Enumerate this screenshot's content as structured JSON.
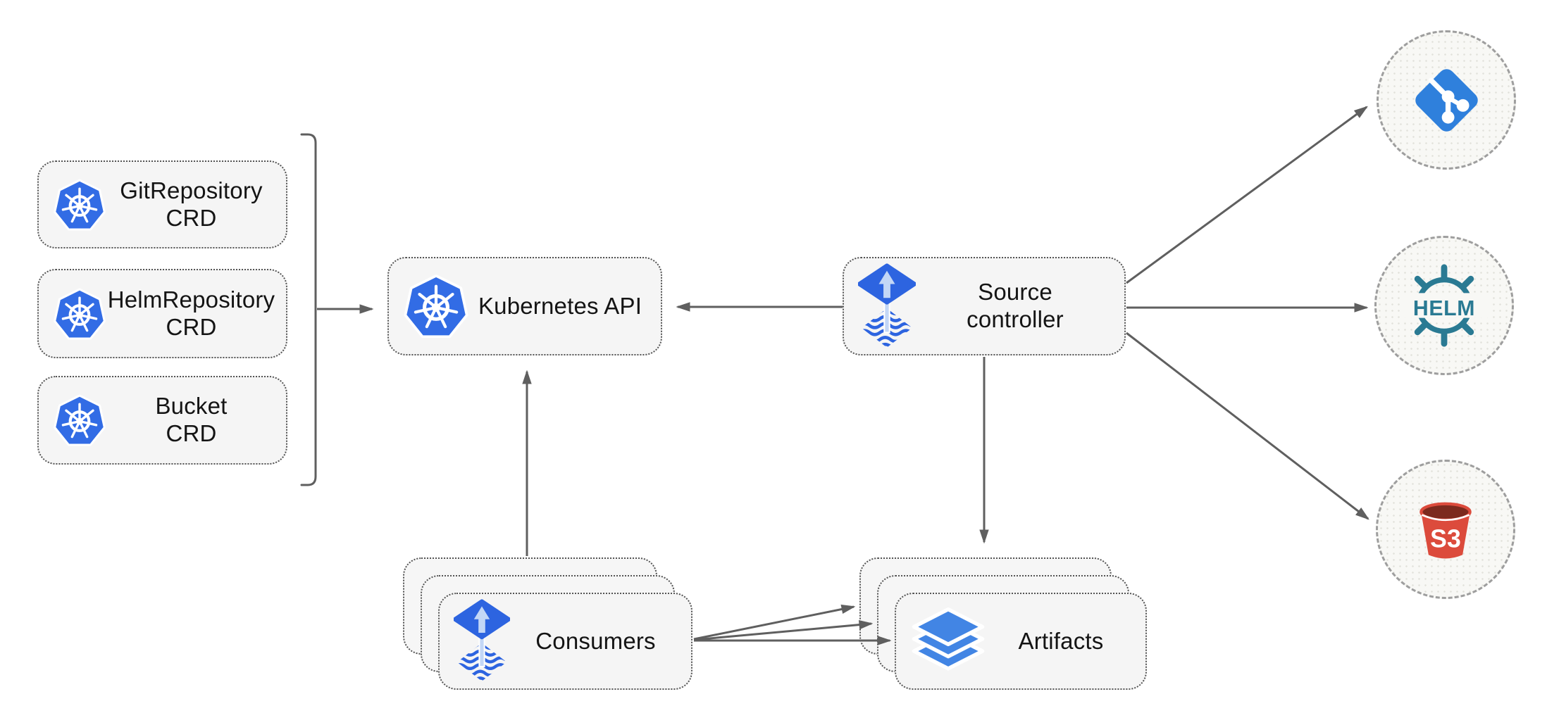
{
  "nodes": {
    "git_crd": {
      "label": "GitRepository\nCRD"
    },
    "helm_crd": {
      "label": "HelmRepository\nCRD"
    },
    "bucket_crd": {
      "label": "Bucket\nCRD"
    },
    "kubernetes_api": {
      "label": "Kubernetes API"
    },
    "source_controller": {
      "label": "Source\ncontroller"
    },
    "consumers": {
      "label": "Consumers"
    },
    "artifacts": {
      "label": "Artifacts"
    }
  },
  "externals": {
    "helm": {
      "logo_text": "HELM"
    },
    "s3": {
      "logo_text": "S3"
    }
  },
  "colors": {
    "kubernetes_blue": "#326CE5",
    "flux_blue": "#2D64E0",
    "flux_arrow_light": "#C3D7F6",
    "artifacts_blue": "#4285E4",
    "git_blue": "#2F80DC",
    "helm_teal": "#2A7A93",
    "s3_red": "#DC4B3C",
    "s3_dark_red": "#7C2A1E",
    "node_fill": "#F5F5F5",
    "node_border": "#545454",
    "arrow_gray": "#5F5F5F",
    "circle_border": "#9E9E9E",
    "circle_fill": "#F8F8F5"
  }
}
